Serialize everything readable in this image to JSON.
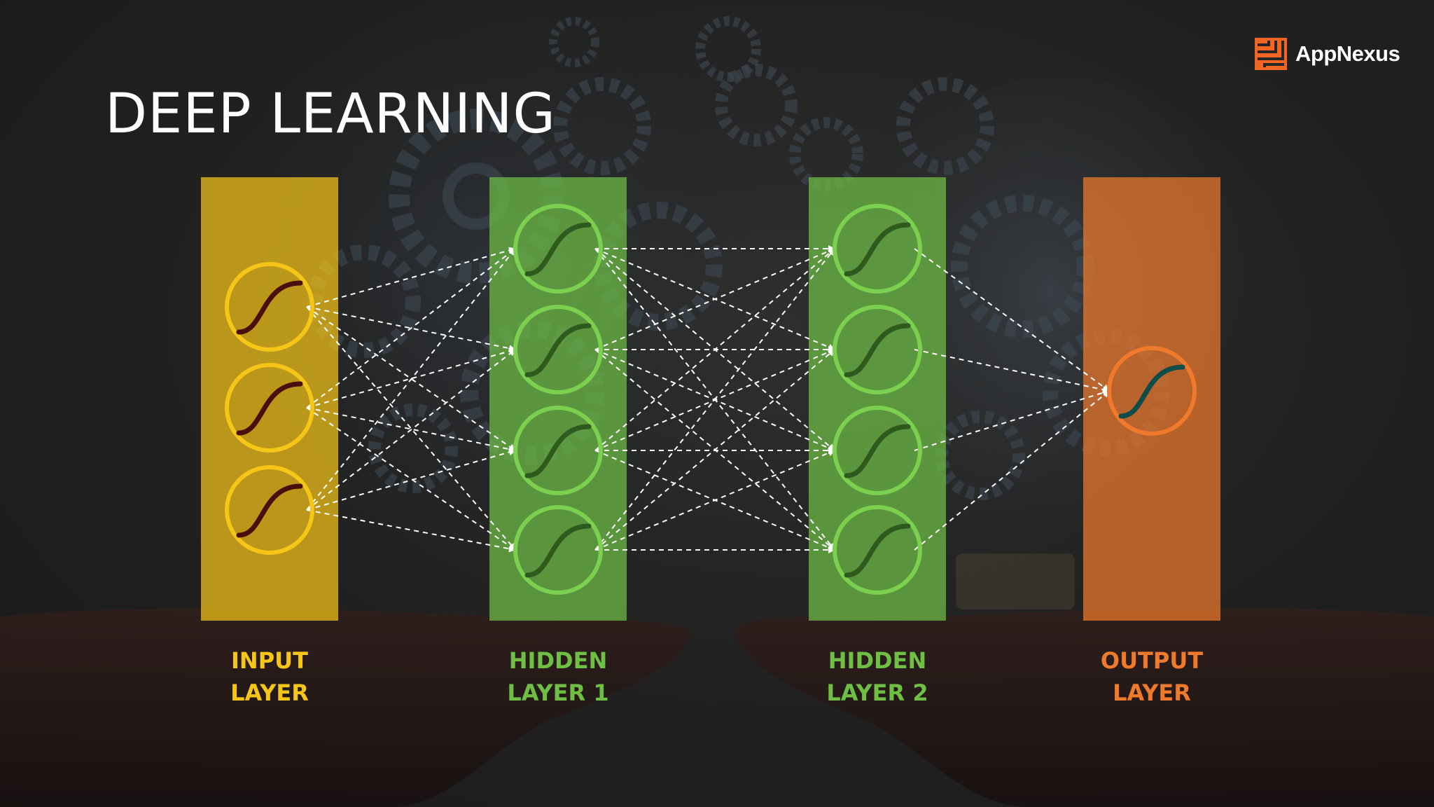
{
  "title": "DEEP LEARNING",
  "logo": {
    "text": "AppNexus",
    "icon": "appnexus-logo-icon",
    "color": "#f26522"
  },
  "network": {
    "layers": [
      {
        "id": "input",
        "label_line1": "INPUT",
        "label_line2": "LAYER",
        "neurons": 3,
        "color": "#f5c518",
        "curve_color": "#4a0f0a"
      },
      {
        "id": "hidden-1",
        "label_line1": "HIDDEN",
        "label_line2": "LAYER 1",
        "neurons": 4,
        "color": "#6fbf45",
        "curve_color": "#2f5a1e"
      },
      {
        "id": "hidden-2",
        "label_line1": "HIDDEN",
        "label_line2": "LAYER 2",
        "neurons": 4,
        "color": "#6fbf45",
        "curve_color": "#2f5a1e"
      },
      {
        "id": "output",
        "label_line1": "OUTPUT",
        "label_line2": "LAYER",
        "neurons": 1,
        "color": "#f07a2c",
        "curve_color": "#0e4d4a"
      }
    ],
    "connections": "fully-connected",
    "connection_style": "dashed-white-arrows",
    "neuron_icon": "sigmoid-curve-icon"
  },
  "background": {
    "description_icons": [
      "gear-icon",
      "light-bulb-icon",
      "hand-icon"
    ]
  }
}
